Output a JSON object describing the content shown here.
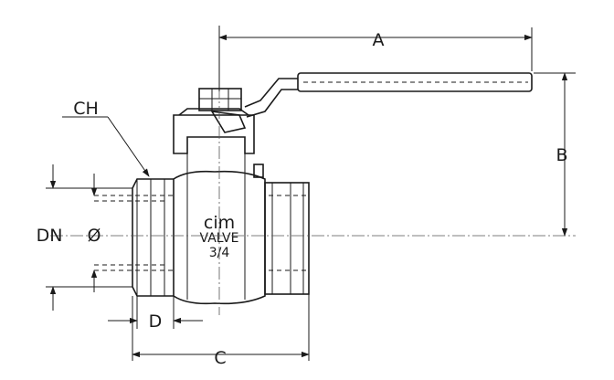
{
  "dimensions": {
    "a": "A",
    "b": "B",
    "c": "C",
    "d": "D",
    "ch": "CH",
    "dn": "DN",
    "diameter": "Ø"
  },
  "body_marking": {
    "brand": "cim",
    "line2": "VALVE",
    "size": "3/4"
  }
}
